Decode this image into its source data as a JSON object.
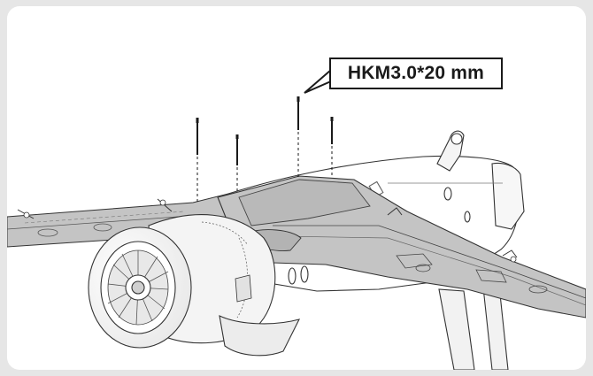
{
  "callout": {
    "label": "HKM3.0*20 mm"
  },
  "parts": {
    "screws": {
      "count": 4,
      "icon": "screw-icon"
    },
    "assembly": "wing-to-fuselage"
  },
  "colors": {
    "background": "#e6e6e6",
    "panel": "#ffffff",
    "line": "#1a1a1a",
    "wing_fill": "#c4c4c4"
  }
}
